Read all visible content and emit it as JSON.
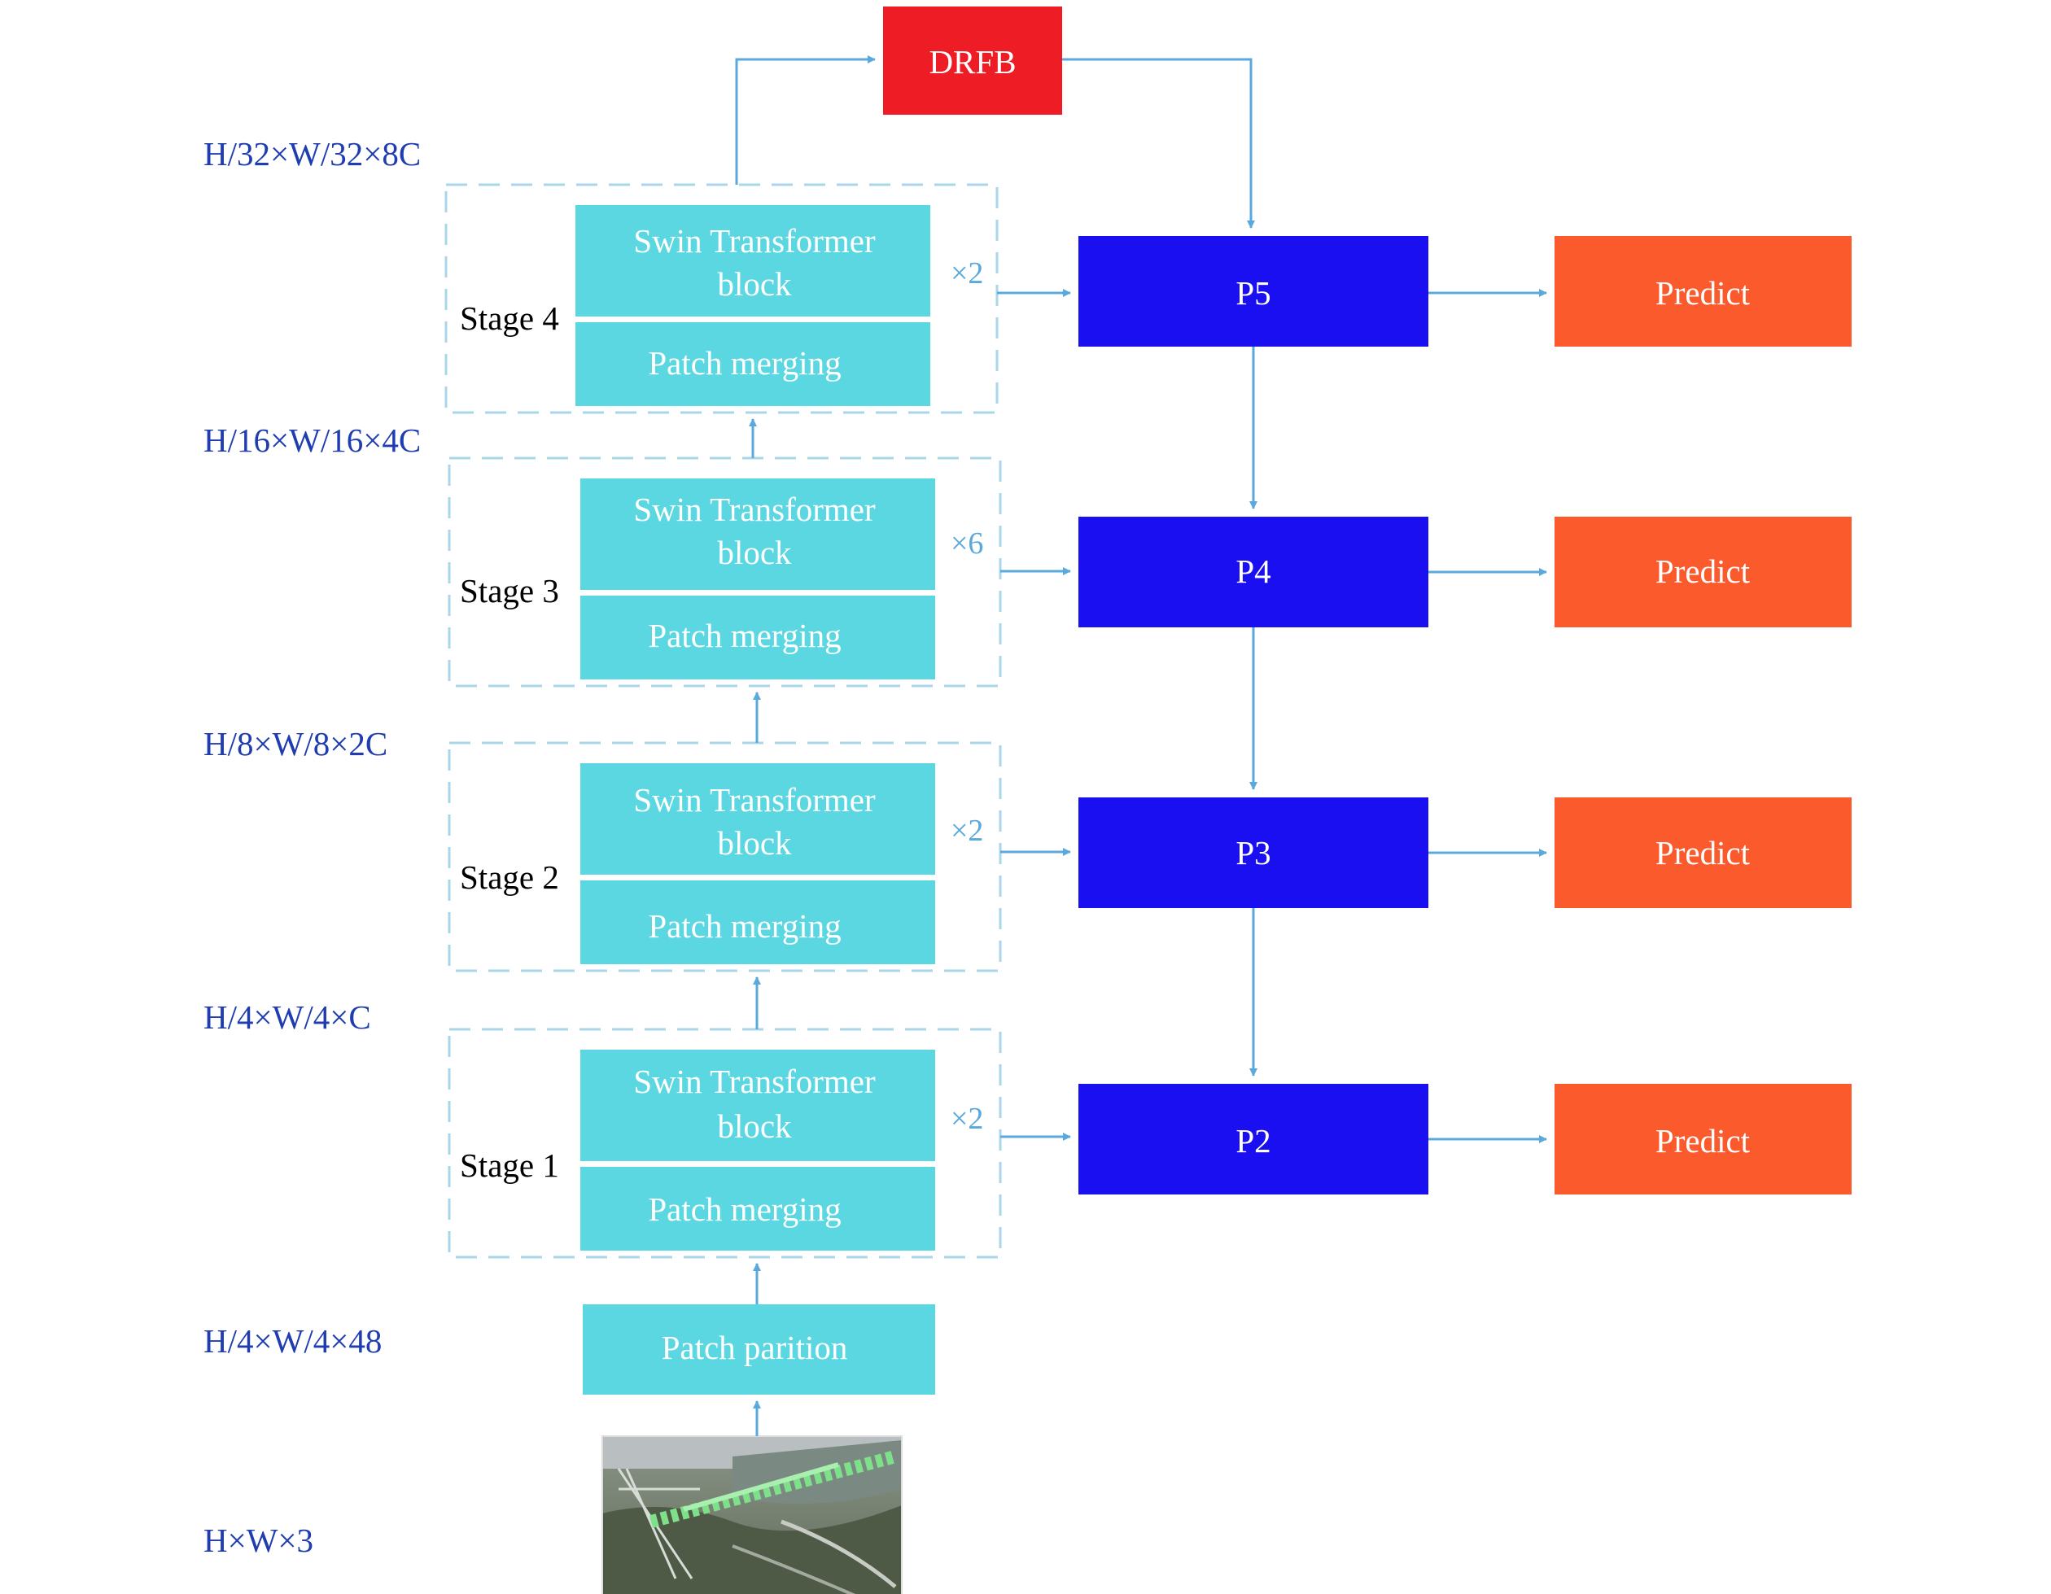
{
  "colors": {
    "swin_block": "#5bd7e2",
    "swin_text": "#ffffff",
    "dashed_border": "#a9d6ea",
    "arrow": "#5aa9dc",
    "dim_text": "#1f3db0",
    "stage_text": "#000000",
    "multiplier_text": "#5aa9dc",
    "drfb": "#ee1c25",
    "p_box": "#1a0ff0",
    "predict": "#fb5a2d",
    "box_text": "#ffffff"
  },
  "dimensions": {
    "d1": "H/32×W/32×8C",
    "d2": "H/16×W/16×4C",
    "d3": "H/8×W/8×2C",
    "d4": "H/4×W/4×C",
    "d5": "H/4×W/4×48",
    "d6": "H×W×3"
  },
  "stages": [
    {
      "label": "Stage 4",
      "block_line1": "Swin Transformer",
      "block_line2": "block",
      "merge": "Patch merging",
      "multiplier": "×2"
    },
    {
      "label": "Stage 3",
      "block_line1": "Swin Transformer",
      "block_line2": "block",
      "merge": "Patch merging",
      "multiplier": "×6"
    },
    {
      "label": "Stage 2",
      "block_line1": "Swin Transformer",
      "block_line2": "block",
      "merge": "Patch merging",
      "multiplier": "×2"
    },
    {
      "label": "Stage 1",
      "block_line1": "Swin Transformer",
      "block_line2": "block",
      "merge": "Patch merging",
      "multiplier": "×2"
    }
  ],
  "patch_partition": "Patch parition",
  "drfb": "DRFB",
  "pyramid": [
    "P5",
    "P4",
    "P3",
    "P2"
  ],
  "predict": [
    "Predict",
    "Predict",
    "Predict",
    "Predict"
  ],
  "input_image": "aerial-transmission-line-insulator-photo"
}
